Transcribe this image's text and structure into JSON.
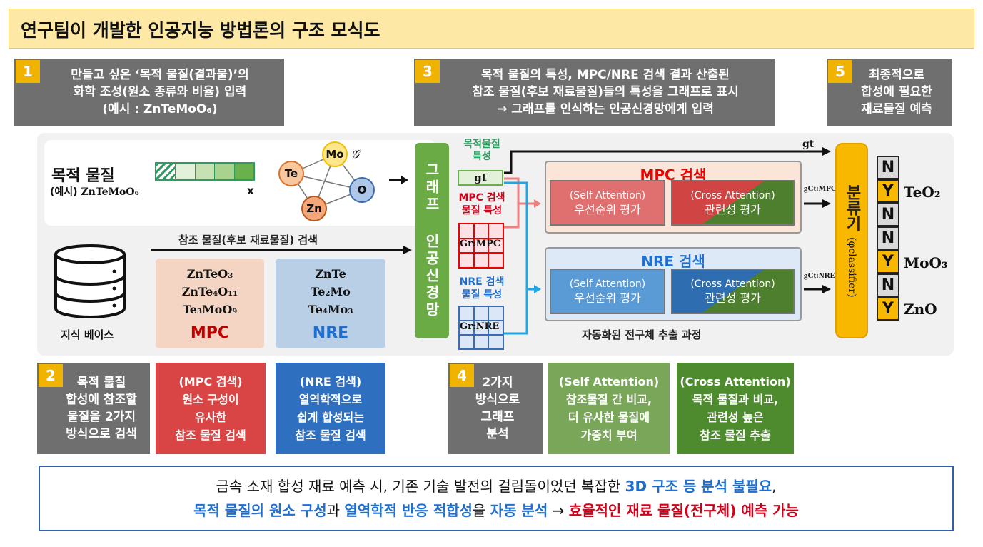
{
  "title": "연구팀이 개발한 인공지능 방법론의 구조 모식도",
  "steps": {
    "s1": {
      "num": "1",
      "lines": [
        "만들고 싶은 ‘목적 물질(결과물)’의",
        "화학 조성(원소 종류와 비율) 입력",
        "(예시 : ZnTeMoO₆)"
      ]
    },
    "s2": {
      "num": "2",
      "lines": [
        "목적 물질",
        "합성에 참조할",
        "물질을 2가지",
        "방식으로 검색"
      ]
    },
    "s3": {
      "num": "3",
      "lines": [
        "목적 물질의 특성, MPC/NRE 검색 결과 산출된",
        "참조 물질(후보 재료물질)들의 특성을 그래프로 표시",
        "→ 그래프를 인식하는 인공신경망에게 입력"
      ]
    },
    "s4": {
      "num": "4",
      "lines": [
        "2가지",
        "방식으로",
        "그래프",
        "분석"
      ]
    },
    "s5": {
      "num": "5",
      "lines": [
        "최종적으로",
        "합성에 필요한",
        "재료물질 예측"
      ]
    }
  },
  "search_boxes": {
    "mpc": [
      "(MPC 검색)",
      "원소 구성이",
      "유사한",
      "참조 물질 검색"
    ],
    "nre": [
      "(NRE 검색)",
      "열역학적으로",
      "쉽게 합성되는",
      "참조 물질 검색"
    ],
    "self": [
      "(Self Attention)",
      "참조물질 간 비교,",
      "더 유사한 물질에",
      "가중치 부여"
    ],
    "cross": [
      "(Cross Attention)",
      "목적 물질과 비교,",
      "관련성 높은",
      "참조 물질 추출"
    ]
  },
  "diagram": {
    "target_label": "목적 물질",
    "target_example_prefix": "(예시) ",
    "target_example": "ZnTeMoO₆",
    "vector_label": "x",
    "graph_label": "𝒢",
    "nodes": [
      "Te",
      "Mo",
      "O",
      "Zn"
    ],
    "search_label": "참조 물질(후보 재료물질) 검색",
    "kb_label": "지식 베이스",
    "mpc_candidates": [
      "ZnTeO₃",
      "ZnTe₄O₁₁",
      "Te₃MoO₉"
    ],
    "mpc_name": "MPC",
    "nre_candidates": [
      "ZnTe",
      "Te₂Mo",
      "Te₄Mo₃"
    ],
    "nre_name": "NRE",
    "gnn_label": "그래프 인공신경망",
    "target_feat_label": [
      "목적물질",
      "특성"
    ],
    "gt": "gt",
    "mpc_feat_label": [
      "MPC 검색",
      "물질 특성"
    ],
    "gr_mpc": "Gr:MPC",
    "nre_feat_label": [
      "NRE 검색",
      "물질 특성"
    ],
    "gr_nre": "Gr:NRE",
    "mpc_search": "MPC 검색",
    "nre_search": "NRE 검색",
    "self_att": [
      "(Self Attention)",
      "우선순위 평가"
    ],
    "cross_att": [
      "(Cross Attention)",
      "관련성 평가"
    ],
    "process_label": "자동화된 전구체 추출 과정",
    "out_gt": "gt",
    "out_mpc": "gCt:MPC",
    "out_nre": "gCt:NRE",
    "classifier": "분류기",
    "classifier_sym": "(φclassifier)",
    "yn": [
      "N",
      "Y",
      "N",
      "N",
      "Y",
      "N",
      "Y"
    ],
    "predictions": [
      "TeO₂",
      "MoO₃",
      "ZnO"
    ]
  },
  "bottom": {
    "l1a": "금속 소재 합성 재료 예측 시, 기존 기술 발전의 걸림돌이었던 복잡한 ",
    "l1b": "3D 구조 등 분석 불필요",
    ",": ",",
    "l2a": "목적 물질의 원소 구성",
    "l2b": "과 ",
    "l2c": "열역학적 반응 적합성",
    "l2d": "을 ",
    "l2e": "자동 분석",
    "l2f": " → ",
    "l2g": "효율적인 재료 물질(전구체) 예측 가능"
  },
  "colors": {
    "accent_blue": "#1f6fd1",
    "accent_red": "#d0021b",
    "gnn_green": "#6aab46",
    "classifier": "#f8b800"
  }
}
